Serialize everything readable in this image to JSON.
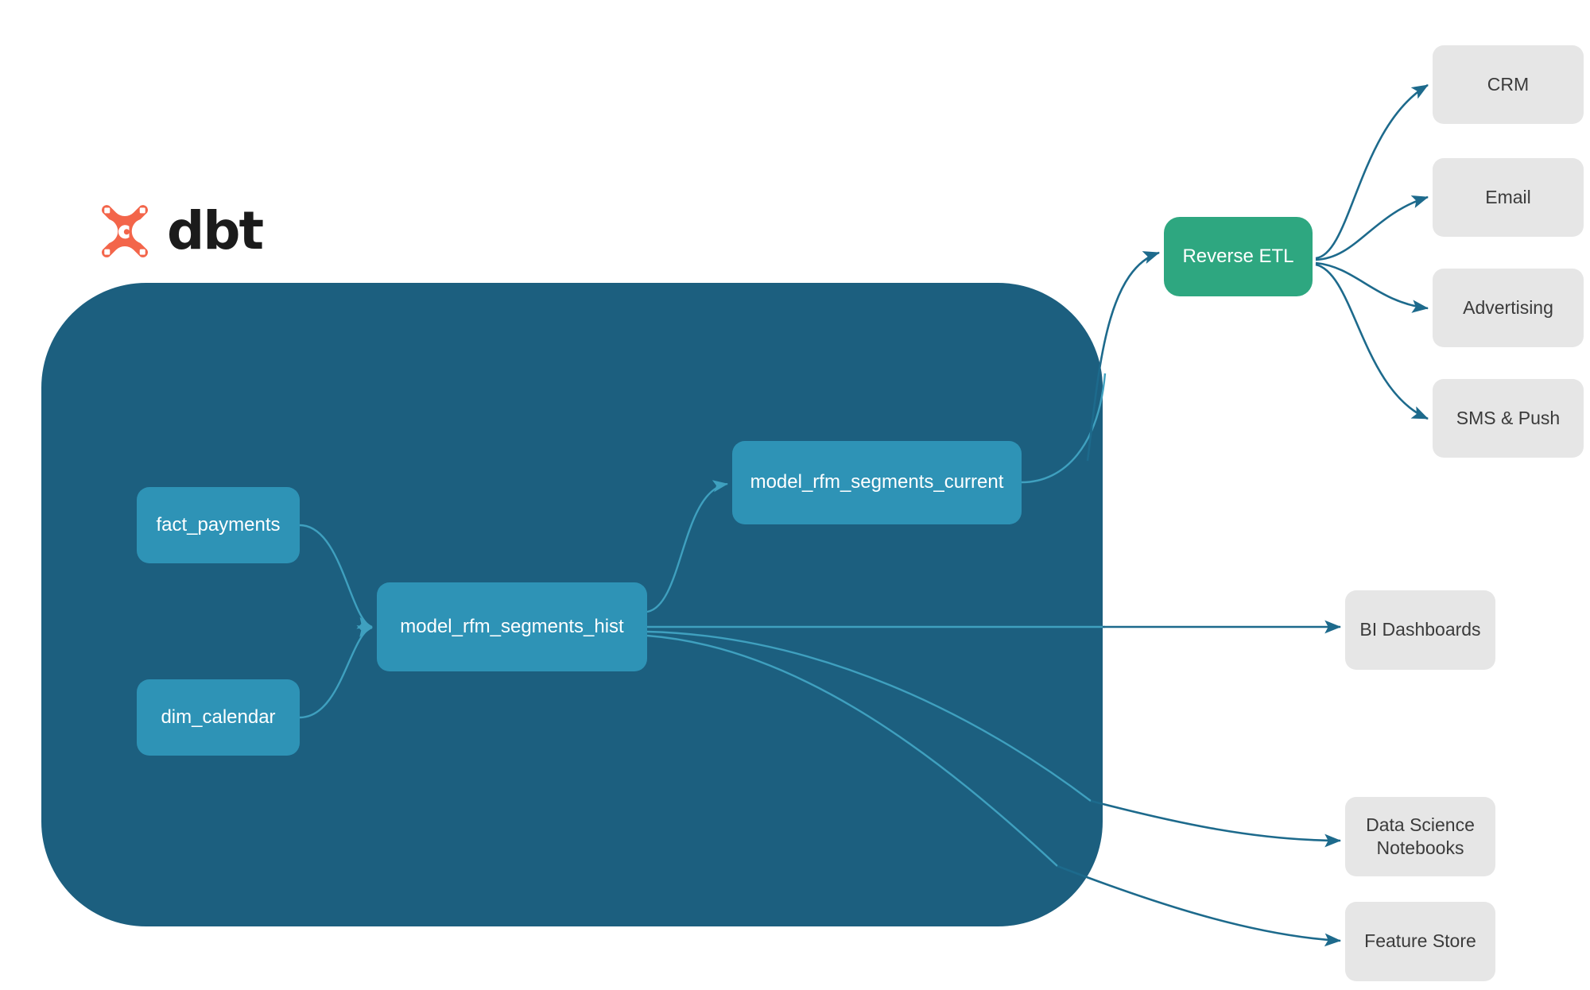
{
  "brand": {
    "logo_icon": "dbt-logo-icon",
    "logo_text": "dbt",
    "logo_color": "#f3654a"
  },
  "colors": {
    "panel": "#1c5f7f",
    "model_node": "#2e93b6",
    "reverse_etl_node": "#2ea780",
    "destination_node": "#e6e6e6",
    "edge_outside": "#1d6a8c",
    "edge_inside": "#3fa0bf",
    "background": "#ffffff",
    "text_light": "#ffffff",
    "text_dark": "#3b3b3b"
  },
  "diagram": {
    "type": "flow",
    "panel_label": "dbt",
    "nodes": [
      {
        "id": "fact_payments",
        "label": "fact_payments",
        "group": "dbt-models"
      },
      {
        "id": "dim_calendar",
        "label": "dim_calendar",
        "group": "dbt-models"
      },
      {
        "id": "model_rfm_segments_hist",
        "label": "model_rfm_segments_hist",
        "group": "dbt-models"
      },
      {
        "id": "model_rfm_segments_current",
        "label": "model_rfm_segments_current",
        "group": "dbt-models"
      },
      {
        "id": "reverse_etl",
        "label": "Reverse ETL",
        "group": "activation"
      },
      {
        "id": "crm",
        "label": "CRM",
        "group": "destinations"
      },
      {
        "id": "email",
        "label": "Email",
        "group": "destinations"
      },
      {
        "id": "advertising",
        "label": "Advertising",
        "group": "destinations"
      },
      {
        "id": "sms_push",
        "label": "SMS & Push",
        "group": "destinations"
      },
      {
        "id": "bi_dashboards",
        "label": "BI Dashboards",
        "group": "consumers"
      },
      {
        "id": "ds_notebooks",
        "label": "Data Science\nNotebooks",
        "group": "consumers"
      },
      {
        "id": "feature_store",
        "label": "Feature Store",
        "group": "consumers"
      }
    ],
    "edges": [
      {
        "from": "fact_payments",
        "to": "model_rfm_segments_hist"
      },
      {
        "from": "dim_calendar",
        "to": "model_rfm_segments_hist"
      },
      {
        "from": "model_rfm_segments_hist",
        "to": "model_rfm_segments_current"
      },
      {
        "from": "model_rfm_segments_current",
        "to": "reverse_etl"
      },
      {
        "from": "reverse_etl",
        "to": "crm"
      },
      {
        "from": "reverse_etl",
        "to": "email"
      },
      {
        "from": "reverse_etl",
        "to": "advertising"
      },
      {
        "from": "reverse_etl",
        "to": "sms_push"
      },
      {
        "from": "model_rfm_segments_hist",
        "to": "bi_dashboards"
      },
      {
        "from": "model_rfm_segments_hist",
        "to": "ds_notebooks"
      },
      {
        "from": "model_rfm_segments_hist",
        "to": "feature_store"
      }
    ]
  }
}
